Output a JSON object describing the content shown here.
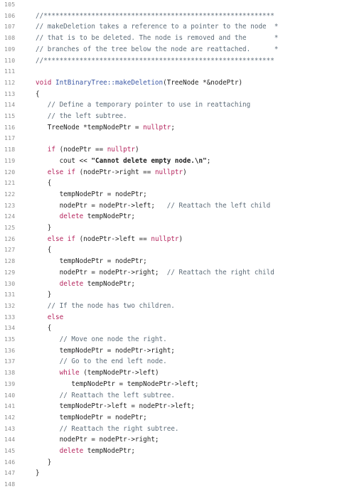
{
  "editor": {
    "colors": {
      "background": "#ffffff",
      "line_number": "#8e8e8e",
      "comment": "#5d6c79",
      "keyword": "#b5245d",
      "function": "#3a57a5",
      "text": "#1f1f1f"
    },
    "lines": [
      {
        "n": "105",
        "tokens": []
      },
      {
        "n": "106",
        "tokens": [
          {
            "t": "comment",
            "v": "//**********************************************************"
          }
        ]
      },
      {
        "n": "107",
        "tokens": [
          {
            "t": "comment",
            "v": "// makeDeletion takes a reference to a pointer to the node  *"
          }
        ]
      },
      {
        "n": "108",
        "tokens": [
          {
            "t": "comment",
            "v": "// that is to be deleted. The node is removed and the       *"
          }
        ]
      },
      {
        "n": "109",
        "tokens": [
          {
            "t": "comment",
            "v": "// branches of the tree below the node are reattached.      *"
          }
        ]
      },
      {
        "n": "110",
        "tokens": [
          {
            "t": "comment",
            "v": "//**********************************************************"
          }
        ]
      },
      {
        "n": "111",
        "tokens": []
      },
      {
        "n": "112",
        "tokens": [
          {
            "t": "keyword",
            "v": "void"
          },
          {
            "t": "plain",
            "v": " "
          },
          {
            "t": "function",
            "v": "IntBinaryTree::makeDeletion"
          },
          {
            "t": "plain",
            "v": "(TreeNode *&nodePtr)"
          }
        ]
      },
      {
        "n": "113",
        "tokens": [
          {
            "t": "plain",
            "v": "{"
          }
        ]
      },
      {
        "n": "114",
        "tokens": [
          {
            "t": "plain",
            "v": "   "
          },
          {
            "t": "comment",
            "v": "// Define a temporary pointer to use in reattaching"
          }
        ]
      },
      {
        "n": "115",
        "tokens": [
          {
            "t": "plain",
            "v": "   "
          },
          {
            "t": "comment",
            "v": "// the left subtree."
          }
        ]
      },
      {
        "n": "116",
        "tokens": [
          {
            "t": "plain",
            "v": "   TreeNode *tempNodePtr = "
          },
          {
            "t": "null",
            "v": "nullptr"
          },
          {
            "t": "plain",
            "v": ";"
          }
        ]
      },
      {
        "n": "117",
        "tokens": []
      },
      {
        "n": "118",
        "tokens": [
          {
            "t": "plain",
            "v": "   "
          },
          {
            "t": "keyword",
            "v": "if"
          },
          {
            "t": "plain",
            "v": " (nodePtr == "
          },
          {
            "t": "null",
            "v": "nullptr"
          },
          {
            "t": "plain",
            "v": ")"
          }
        ]
      },
      {
        "n": "119",
        "tokens": [
          {
            "t": "plain",
            "v": "      cout << "
          },
          {
            "t": "string",
            "v": "\"Cannot delete empty node.\\n\""
          },
          {
            "t": "plain",
            "v": ";"
          }
        ]
      },
      {
        "n": "120",
        "tokens": [
          {
            "t": "plain",
            "v": "   "
          },
          {
            "t": "keyword",
            "v": "else if"
          },
          {
            "t": "plain",
            "v": " (nodePtr->right == "
          },
          {
            "t": "null",
            "v": "nullptr"
          },
          {
            "t": "plain",
            "v": ")"
          }
        ]
      },
      {
        "n": "121",
        "tokens": [
          {
            "t": "plain",
            "v": "   {"
          }
        ]
      },
      {
        "n": "122",
        "tokens": [
          {
            "t": "plain",
            "v": "      tempNodePtr = nodePtr;"
          }
        ]
      },
      {
        "n": "123",
        "tokens": [
          {
            "t": "plain",
            "v": "      nodePtr = nodePtr->left;   "
          },
          {
            "t": "comment",
            "v": "// Reattach the left child"
          }
        ]
      },
      {
        "n": "124",
        "tokens": [
          {
            "t": "plain",
            "v": "      "
          },
          {
            "t": "keyword",
            "v": "delete"
          },
          {
            "t": "plain",
            "v": " tempNodePtr;"
          }
        ]
      },
      {
        "n": "125",
        "tokens": [
          {
            "t": "plain",
            "v": "   }"
          }
        ]
      },
      {
        "n": "126",
        "tokens": [
          {
            "t": "plain",
            "v": "   "
          },
          {
            "t": "keyword",
            "v": "else if"
          },
          {
            "t": "plain",
            "v": " (nodePtr->left == "
          },
          {
            "t": "null",
            "v": "nullptr"
          },
          {
            "t": "plain",
            "v": ")"
          }
        ]
      },
      {
        "n": "127",
        "tokens": [
          {
            "t": "plain",
            "v": "   {"
          }
        ]
      },
      {
        "n": "128",
        "tokens": [
          {
            "t": "plain",
            "v": "      tempNodePtr = nodePtr;"
          }
        ]
      },
      {
        "n": "129",
        "tokens": [
          {
            "t": "plain",
            "v": "      nodePtr = nodePtr->right;  "
          },
          {
            "t": "comment",
            "v": "// Reattach the right child"
          }
        ]
      },
      {
        "n": "130",
        "tokens": [
          {
            "t": "plain",
            "v": "      "
          },
          {
            "t": "keyword",
            "v": "delete"
          },
          {
            "t": "plain",
            "v": " tempNodePtr;"
          }
        ]
      },
      {
        "n": "131",
        "tokens": [
          {
            "t": "plain",
            "v": "   }"
          }
        ]
      },
      {
        "n": "132",
        "tokens": [
          {
            "t": "plain",
            "v": "   "
          },
          {
            "t": "comment",
            "v": "// If the node has two children."
          }
        ]
      },
      {
        "n": "133",
        "tokens": [
          {
            "t": "plain",
            "v": "   "
          },
          {
            "t": "keyword",
            "v": "else"
          }
        ]
      },
      {
        "n": "134",
        "tokens": [
          {
            "t": "plain",
            "v": "   {"
          }
        ]
      },
      {
        "n": "135",
        "tokens": [
          {
            "t": "plain",
            "v": "      "
          },
          {
            "t": "comment",
            "v": "// Move one node the right."
          }
        ]
      },
      {
        "n": "136",
        "tokens": [
          {
            "t": "plain",
            "v": "      tempNodePtr = nodePtr->right;"
          }
        ]
      },
      {
        "n": "137",
        "tokens": [
          {
            "t": "plain",
            "v": "      "
          },
          {
            "t": "comment",
            "v": "// Go to the end left node."
          }
        ]
      },
      {
        "n": "138",
        "tokens": [
          {
            "t": "plain",
            "v": "      "
          },
          {
            "t": "keyword",
            "v": "while"
          },
          {
            "t": "plain",
            "v": " (tempNodePtr->left)"
          }
        ]
      },
      {
        "n": "139",
        "tokens": [
          {
            "t": "plain",
            "v": "         tempNodePtr = tempNodePtr->left;"
          }
        ]
      },
      {
        "n": "140",
        "tokens": [
          {
            "t": "plain",
            "v": "      "
          },
          {
            "t": "comment",
            "v": "// Reattach the left subtree."
          }
        ]
      },
      {
        "n": "141",
        "tokens": [
          {
            "t": "plain",
            "v": "      tempNodePtr->left = nodePtr->left;"
          }
        ]
      },
      {
        "n": "142",
        "tokens": [
          {
            "t": "plain",
            "v": "      tempNodePtr = nodePtr;"
          }
        ]
      },
      {
        "n": "143",
        "tokens": [
          {
            "t": "plain",
            "v": "      "
          },
          {
            "t": "comment",
            "v": "// Reattach the right subtree."
          }
        ]
      },
      {
        "n": "144",
        "tokens": [
          {
            "t": "plain",
            "v": "      nodePtr = nodePtr->right;"
          }
        ]
      },
      {
        "n": "145",
        "tokens": [
          {
            "t": "plain",
            "v": "      "
          },
          {
            "t": "keyword",
            "v": "delete"
          },
          {
            "t": "plain",
            "v": " tempNodePtr;"
          }
        ]
      },
      {
        "n": "146",
        "tokens": [
          {
            "t": "plain",
            "v": "   }"
          }
        ]
      },
      {
        "n": "147",
        "tokens": [
          {
            "t": "plain",
            "v": "}"
          }
        ]
      },
      {
        "n": "148",
        "tokens": []
      }
    ]
  }
}
